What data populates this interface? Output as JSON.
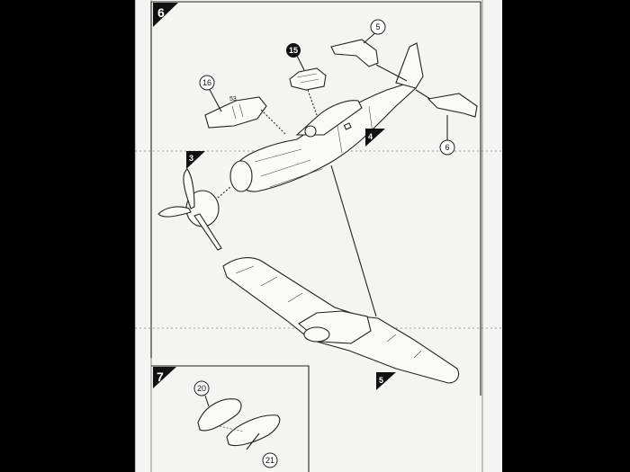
{
  "steps": [
    {
      "number": "6"
    },
    {
      "number": "7"
    }
  ],
  "callouts": {
    "flap_right": "5",
    "flap_left": "6",
    "canopy": "15",
    "gun_cover": "16",
    "gun_part": "53",
    "windscreen_lens": "20",
    "windscreen_frame": "21"
  },
  "sub_refs": {
    "propeller": "3",
    "fuselage": "4",
    "wing": "5"
  }
}
